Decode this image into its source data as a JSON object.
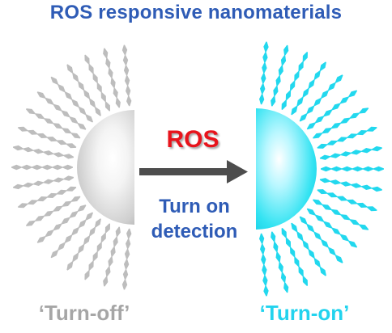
{
  "title": "ROS responsive nanomaterials",
  "center": {
    "trigger_label": "ROS",
    "detection_line1": "Turn on",
    "detection_line2": "detection"
  },
  "captions": {
    "off": "‘Turn-off’",
    "on": "‘Turn-on’"
  },
  "colors": {
    "title": "#2f5cb6",
    "trigger": "#e8141c",
    "arrow": "#4d4d4d",
    "off_particle": "#bdbdbd",
    "on_particle": "#22d8ee"
  }
}
